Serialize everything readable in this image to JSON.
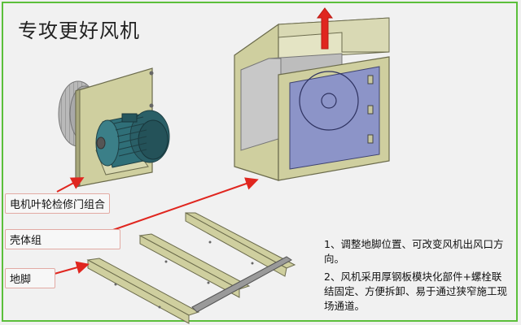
{
  "title": "专攻更好风机",
  "labels": {
    "motor_assembly": "电机叶轮检修门组合",
    "housing": "壳体组",
    "feet": "地脚"
  },
  "notes": [
    "1、调整地脚位置、可改变风机出风口方向。",
    "2、风机采用厚钢板模块化部件+螺栓联结固定、方便拆卸、易于通过狭窄施工现场通道。"
  ],
  "colors": {
    "frame_border": "#5bbf3b",
    "arrow": "#e0261f",
    "steel_panel": "#cfcf9f",
    "blue_panel": "#8c94c8",
    "motor_teal": "#2f6f78"
  }
}
